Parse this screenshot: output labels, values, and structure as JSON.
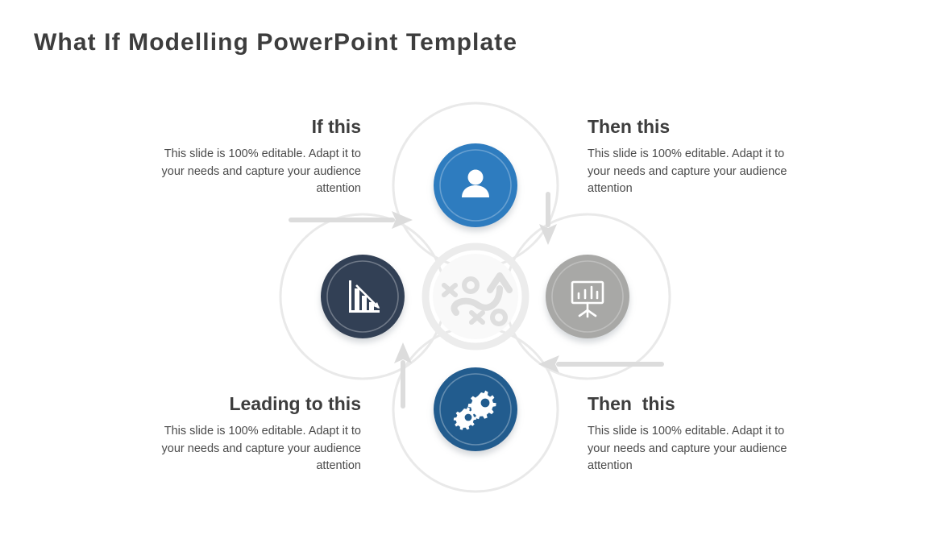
{
  "slide": {
    "title": "What If Modelling PowerPoint Template",
    "background_color": "#ffffff"
  },
  "palette": {
    "title_text": "#3d3d3d",
    "body_text": "#4a4a4a",
    "ring_outline": "#e8e8e8",
    "arrow": "#d8d8d8",
    "center_circle_fill": "#f7f7f7",
    "center_icon": "#dcdcdc",
    "node_top": "#2e7cbf",
    "node_right": "#a8a8a6",
    "node_bottom": "#215c8e",
    "node_left": "#323f54",
    "icon_white": "#ffffff"
  },
  "diagram": {
    "type": "cycle-diagram",
    "center": {
      "label": "strategy",
      "icon": "strategy-playbook-icon"
    },
    "nodes": [
      {
        "position": "top",
        "icon": "person-icon",
        "color": "#2e7cbf"
      },
      {
        "position": "right",
        "icon": "presentation-chart-icon",
        "color": "#a8a8a6"
      },
      {
        "position": "bottom",
        "icon": "gears-icon",
        "color": "#215c8e"
      },
      {
        "position": "left",
        "icon": "declining-bar-chart-icon",
        "color": "#323f54"
      }
    ],
    "arrows": [
      {
        "name": "arrow-left-to-top",
        "direction": "right"
      },
      {
        "name": "arrow-top-to-right",
        "direction": "down"
      },
      {
        "name": "arrow-right-to-bottom",
        "direction": "left"
      },
      {
        "name": "arrow-bottom-to-left",
        "direction": "up"
      }
    ]
  },
  "blocks": {
    "if_this": {
      "heading": "If this",
      "body": "This slide is 100% editable. Adapt it to your needs and capture your audience attention"
    },
    "then_this_top": {
      "heading": "Then this",
      "body": "This slide is 100% editable. Adapt it to your needs and capture your audience attention"
    },
    "leading_to_this": {
      "heading": "Leading to this",
      "body": "This slide is 100% editable. Adapt it to your needs and capture your audience attention"
    },
    "then_this_bottom": {
      "heading": "Then  this",
      "body": "This slide is 100% editable. Adapt it to your needs and capture your audience attention"
    }
  }
}
